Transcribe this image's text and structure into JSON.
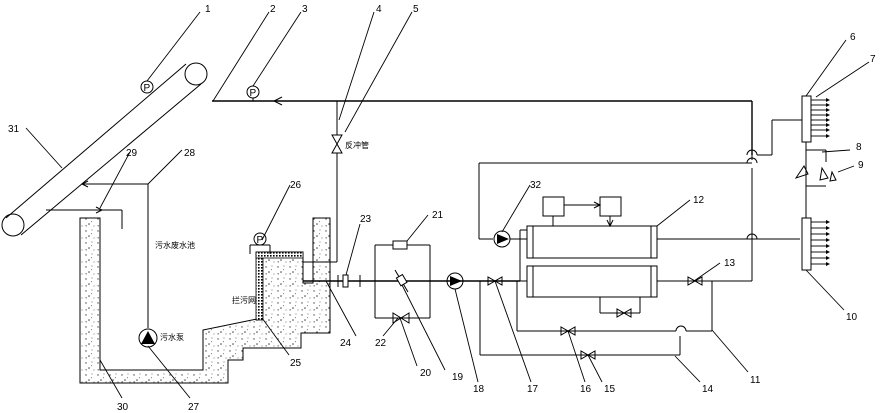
{
  "diagram": {
    "callouts": [
      "1",
      "2",
      "3",
      "4",
      "5",
      "6",
      "7",
      "8",
      "9",
      "10",
      "11",
      "12",
      "13",
      "14",
      "15",
      "16",
      "17",
      "18",
      "19",
      "20",
      "21",
      "22",
      "23",
      "24",
      "25",
      "26",
      "27",
      "28",
      "29",
      "30",
      "31",
      "32"
    ],
    "labels": {
      "sewage_pool": "污水废水池",
      "sewage_pump": "污水泵",
      "backflush_valve": "反冲管",
      "filter_screen": "拦污网"
    },
    "gauge_symbol": "P"
  }
}
